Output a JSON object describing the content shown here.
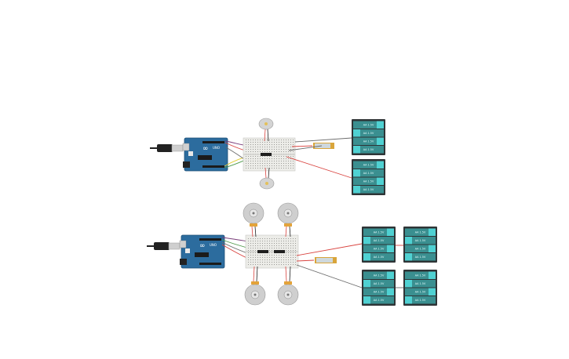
{
  "colors": {
    "background": "#ffffff",
    "arduino_board": "#2c6c9e",
    "breadboard": "#ecece8",
    "battery_body": "#2f3436",
    "battery_cell": "#3cbfc0",
    "wire_red": "#d9433f",
    "wire_gray": "#6b6b6b",
    "wire_yellow": "#e3cf3a",
    "wire_green": "#4e9a4a",
    "wire_purple": "#7a3d7a",
    "potentiometer": "#d9a53a"
  },
  "circuits": [
    {
      "name": "circuit-2-motor",
      "arduino_label": "UNO",
      "arduino_brand": "∞",
      "motor_count": 2,
      "battery_packs": 2,
      "cell_labels": [
        "AA 1.5V",
        "AA 1.5V",
        "AA 1.5V",
        "AA 1.5V"
      ]
    },
    {
      "name": "circuit-4-motor",
      "arduino_label": "UNO",
      "arduino_brand": "∞",
      "motor_count": 4,
      "battery_packs": 4,
      "cell_labels": [
        "AA 1.5V",
        "AA 1.5V",
        "AA 1.5V",
        "AA 1.5V"
      ]
    }
  ],
  "icons": [
    "usb-cable-icon",
    "motor-icon",
    "battery-pack-icon",
    "potentiometer-icon",
    "breadboard-icon"
  ]
}
